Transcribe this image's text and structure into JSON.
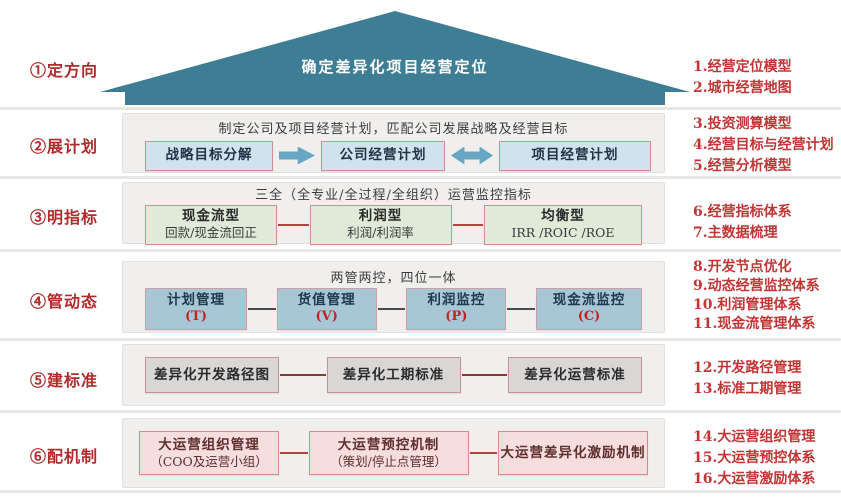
{
  "roof": {
    "text": "确定差异化项目经营定位"
  },
  "rows": [
    {
      "label": "①定方向",
      "annotations": [
        "1.经营定位模型",
        "2.城市经营地图"
      ]
    },
    {
      "label": "②展计划",
      "header": "制定公司及项目经营计划，匹配公司发展战略及经营目标",
      "boxes": [
        {
          "title": "战略目标分解"
        },
        {
          "title": "公司经营计划"
        },
        {
          "title": "项目经营计划"
        }
      ],
      "connectors": [
        "arrow-right",
        "arrow-double"
      ],
      "annotations": [
        "3.投资测算模型",
        "4.经营目标与经营计划",
        "5.经营分析模型"
      ]
    },
    {
      "label": "③明指标",
      "header": "三全（全专业/全过程/全组织）运营监控指标",
      "boxes": [
        {
          "title": "现金流型",
          "subtitle": "回款/现金流回正"
        },
        {
          "title": "利润型",
          "subtitle": "利润/利润率"
        },
        {
          "title": "均衡型",
          "subtitle": "IRR /ROIC /ROE"
        }
      ],
      "annotations": [
        "6.经营指标体系",
        "7.主数据梳理"
      ]
    },
    {
      "label": "④管动态",
      "header": "两管两控，四位一体",
      "boxes": [
        {
          "title": "计划管理",
          "code": "(T)"
        },
        {
          "title": "货值管理",
          "code": "(V)"
        },
        {
          "title": "利润监控",
          "code": "(P)"
        },
        {
          "title": "现金流监控",
          "code": "(C)"
        }
      ],
      "annotations": [
        "8.开发节点优化",
        "9.动态经营监控体系",
        "10.利润管理体系",
        "11.现金流管理体系"
      ]
    },
    {
      "label": "⑤建标准",
      "boxes": [
        {
          "title": "差异化开发路径图"
        },
        {
          "title": "差异化工期标准"
        },
        {
          "title": "差异化运营标准"
        }
      ],
      "annotations": [
        "12.开发路径管理",
        "13.标准工期管理"
      ]
    },
    {
      "label": "⑥配机制",
      "boxes": [
        {
          "title": "大运营组织管理",
          "subtitle": "（COO及运营小组）"
        },
        {
          "title": "大运营预控机制",
          "subtitle": "（策划/停止点管理）"
        },
        {
          "title": "大运营差异化激励机制"
        }
      ],
      "annotations": [
        "14.大运营组织管理",
        "15.大运营预控体系",
        "16.大运营激励体系"
      ]
    }
  ],
  "colors": {
    "roof_teal": "#3d7e94",
    "label_red": "#b02b2b",
    "annotation_red": "#c13535",
    "box_blue_fill": "#cfe3ec",
    "box_green_fill": "#dfead8",
    "box_steel_fill": "#a7c6d6",
    "box_gray_fill": "#d9d7d6",
    "box_pink_fill": "#f7dede",
    "box_border_pink": "#cf8f96",
    "arrow_blue": "#68a7c4",
    "connector_red": "#b5413c",
    "connector_dark": "#4a4a4a",
    "panel_gray": "#f0efee"
  }
}
